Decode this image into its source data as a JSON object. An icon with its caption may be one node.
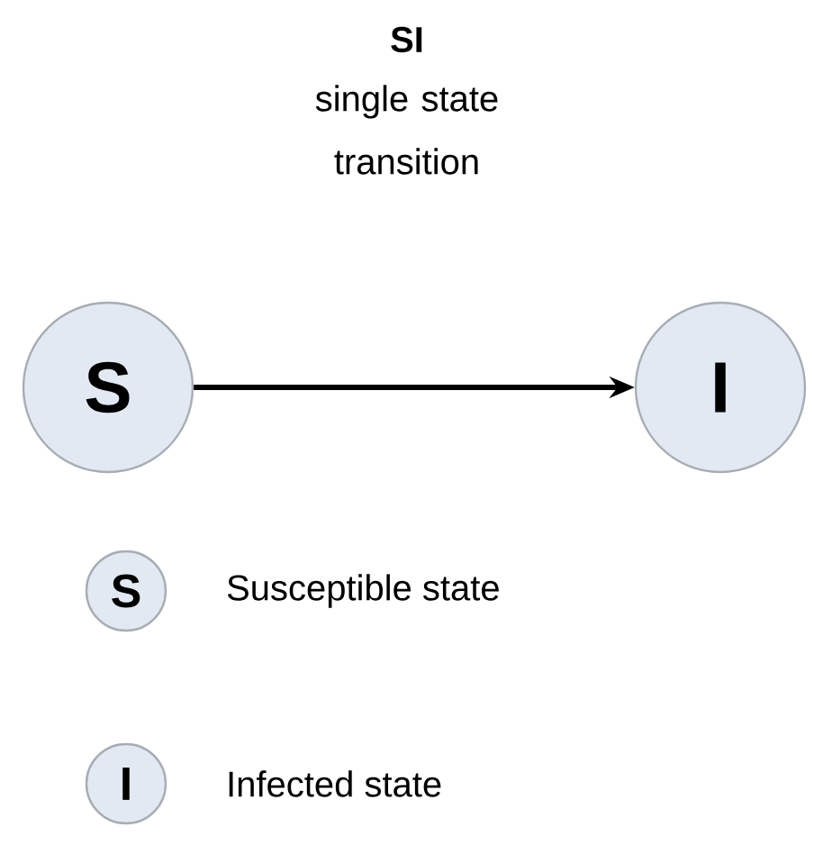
{
  "diagram": {
    "title": "SI",
    "nodes": [
      {
        "text": [
          "S"
        ]
      },
      {
        "text": [
          "I"
        ]
      },
      {
        "text": [
          "S"
        ],
        "beside": [
          "Susceptible state"
        ]
      },
      {
        "text": [
          "I"
        ],
        "beside": [
          "Infected state"
        ]
      }
    ],
    "edges": [
      {
        "from": 0,
        "to": 1,
        "arrow": "to"
      }
    ],
    "labels": [
      "single state transition"
    ]
  }
}
